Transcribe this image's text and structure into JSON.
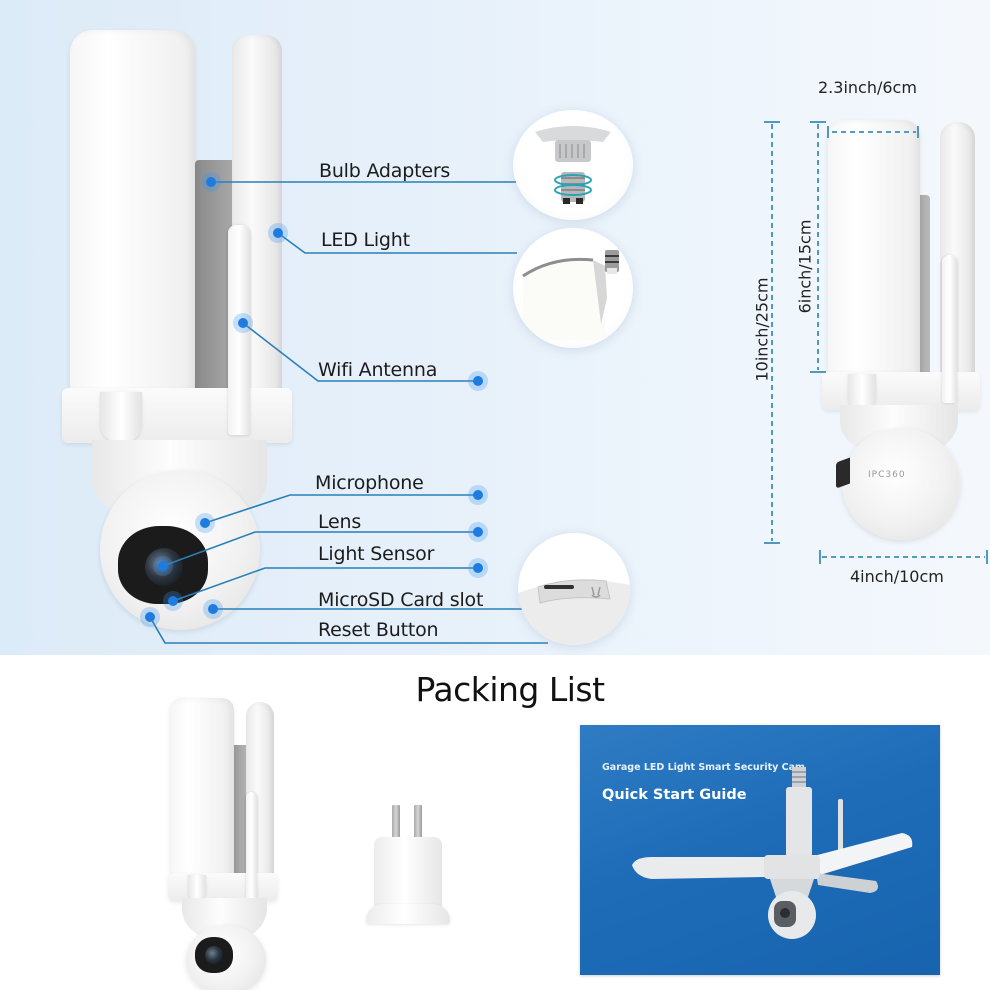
{
  "hero": {
    "product_name": "Garage LED Light Smart Security Cam",
    "features": [
      {
        "id": "bulb-adapters",
        "label": "Bulb Adapters"
      },
      {
        "id": "led-light",
        "label": "LED Light"
      },
      {
        "id": "wifi-antenna",
        "label": "Wifi Antenna"
      },
      {
        "id": "microphone",
        "label": "Microphone"
      },
      {
        "id": "lens",
        "label": "Lens"
      },
      {
        "id": "light-sensor",
        "label": "Light Sensor"
      },
      {
        "id": "microsd-card-slot",
        "label": "MicroSD Card slot"
      },
      {
        "id": "reset-button",
        "label": "Reset Button"
      }
    ],
    "callout_color": "#1e7be0",
    "line_color": "#2a7fb8"
  },
  "dimensions": {
    "panel_width": "2.3inch/6cm",
    "panel_height": "6inch/15cm",
    "total_height": "10inch/25cm",
    "total_width": "4inch/10cm",
    "brand_mark": "IPC360"
  },
  "packing_list": {
    "title": "Packing List",
    "items": [
      {
        "name": "Camera Light"
      },
      {
        "name": "Plug Adapter"
      },
      {
        "name": "Quick Start Guide"
      }
    ],
    "guide": {
      "subtitle": "Garage LED Light Smart Security Cam",
      "title": "Quick Start Guide",
      "cover_color": "#1e6cb8"
    }
  }
}
